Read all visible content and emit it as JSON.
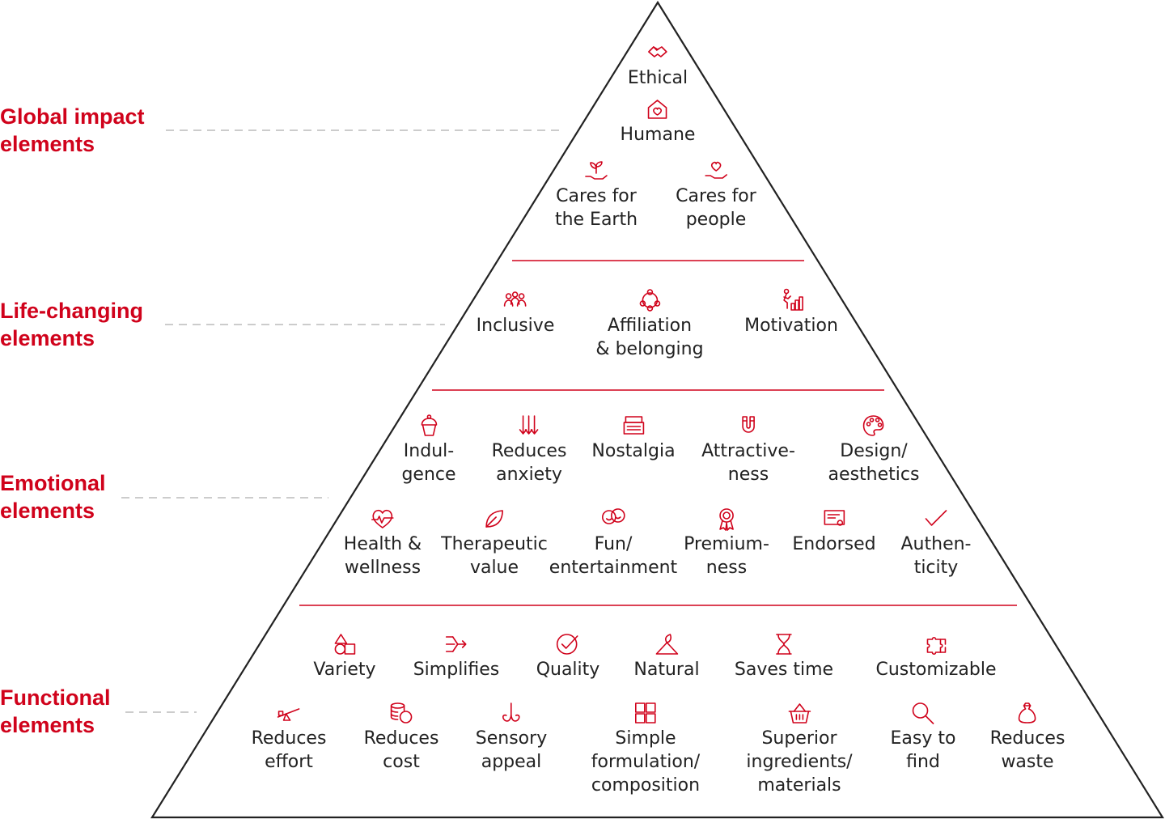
{
  "colors": {
    "accent": "#d0021b",
    "outline": "#222222",
    "text": "#222222",
    "dash": "#bbbbbb"
  },
  "tiers": [
    {
      "label": "Global impact\nelements",
      "rows": [
        [
          {
            "label": "Ethical",
            "icon": "handshake-icon"
          }
        ],
        [
          {
            "label": "Humane",
            "icon": "home-heart-icon"
          }
        ],
        [
          {
            "label": "Cares for\nthe Earth",
            "icon": "plant-hand-icon"
          },
          {
            "label": "Cares for\npeople",
            "icon": "heart-hand-icon"
          }
        ]
      ]
    },
    {
      "label": "Life-changing\nelements",
      "rows": [
        [
          {
            "label": "Inclusive",
            "icon": "group-icon"
          },
          {
            "label": "Affiliation\n& belonging",
            "icon": "network-icon"
          },
          {
            "label": "Motivation",
            "icon": "climbing-icon"
          }
        ]
      ]
    },
    {
      "label": "Emotional\nelements",
      "rows": [
        [
          {
            "label": "Indul-\ngence",
            "icon": "cupcake-icon"
          },
          {
            "label": "Reduces\nanxiety",
            "icon": "down-arrows-icon"
          },
          {
            "label": "Nostalgia",
            "icon": "typewriter-icon"
          },
          {
            "label": "Attractive-\nness",
            "icon": "magnet-icon"
          },
          {
            "label": "Design/\naesthetics",
            "icon": "palette-icon"
          }
        ],
        [
          {
            "label": "Health &\nwellness",
            "icon": "heartbeat-icon"
          },
          {
            "label": "Therapeutic\nvalue",
            "icon": "leaf-icon"
          },
          {
            "label": "Fun/\nentertainment",
            "icon": "chat-smile-icon"
          },
          {
            "label": "Premium-\nness",
            "icon": "ribbon-icon"
          },
          {
            "label": "Endorsed",
            "icon": "certificate-icon"
          },
          {
            "label": "Authen-\nticity",
            "icon": "checkmark-icon"
          }
        ]
      ]
    },
    {
      "label": "Functional\nelements",
      "rows": [
        [
          {
            "label": "Variety",
            "icon": "shapes-icon"
          },
          {
            "label": "Simplifies",
            "icon": "funnel-arrows-icon"
          },
          {
            "label": "Quality",
            "icon": "check-circle-icon"
          },
          {
            "label": "Natural",
            "icon": "mountain-leaf-icon"
          },
          {
            "label": "Saves time",
            "icon": "hourglass-icon"
          },
          {
            "label": "Customizable",
            "icon": "puzzle-icon"
          }
        ],
        [
          {
            "label": "Reduces\neffort",
            "icon": "seesaw-icon"
          },
          {
            "label": "Reduces\ncost",
            "icon": "coins-icon"
          },
          {
            "label": "Sensory\nappeal",
            "icon": "nose-icon"
          },
          {
            "label": "Simple\nformulation/\ncomposition",
            "icon": "grid-icon"
          },
          {
            "label": "Superior\ningredients/\nmaterials",
            "icon": "basket-icon"
          },
          {
            "label": "Easy to\nfind",
            "icon": "magnifier-icon"
          },
          {
            "label": "Reduces\nwaste",
            "icon": "waste-bag-icon"
          }
        ]
      ]
    }
  ]
}
